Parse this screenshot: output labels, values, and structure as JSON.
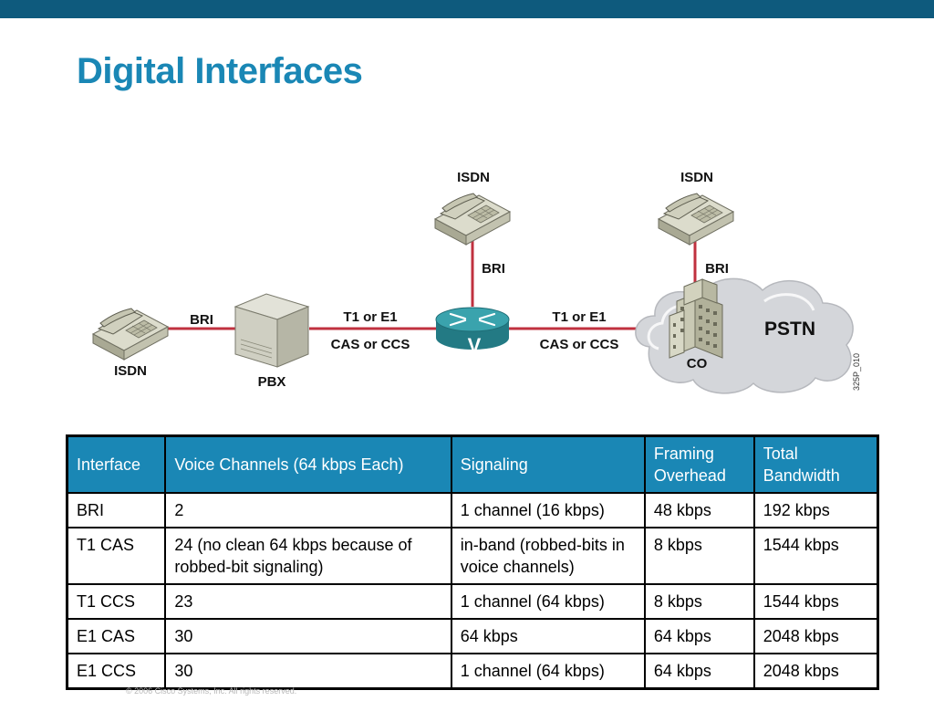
{
  "slide": {
    "title": "Digital Interfaces",
    "footer": "© 2006 Cisco Systems, Inc. All rights reserved."
  },
  "diagram": {
    "phone_left": "ISDN",
    "phone_top_center": "ISDN",
    "phone_top_right": "ISDN",
    "bri_left": "BRI",
    "bri_center": "BRI",
    "bri_right": "BRI",
    "pbx": "PBX",
    "link_left_top": "T1 or E1",
    "link_left_bottom": "CAS or CCS",
    "link_right_top": "T1 or E1",
    "link_right_bottom": "CAS or CCS",
    "router_glyph": "V",
    "cloud": "PSTN",
    "central_office": "CO",
    "figure_code": "325P_010",
    "colors": {
      "link": "#c0313f",
      "router": "#2a8d98",
      "cloud": "#d4d6da"
    }
  },
  "table": {
    "headers": [
      "Interface",
      "Voice Channels (64 kbps Each)",
      "Signaling",
      "Framing Overhead",
      "Total Bandwidth"
    ],
    "rows": [
      [
        "BRI",
        "2",
        "1 channel (16 kbps)",
        "48 kbps",
        "192 kbps"
      ],
      [
        "T1 CAS",
        "24 (no clean 64 kbps because of robbed-bit signaling)",
        "in-band (robbed-bits in voice channels)",
        "8 kbps",
        "1544 kbps"
      ],
      [
        "T1 CCS",
        "23",
        "1 channel (64 kbps)",
        "8 kbps",
        "1544 kbps"
      ],
      [
        "E1 CAS",
        "30",
        "64 kbps",
        "64 kbps",
        "2048 kbps"
      ],
      [
        "E1 CCS",
        "30",
        "1 channel (64 kbps)",
        "64 kbps",
        "2048 kbps"
      ]
    ],
    "header_color": "#1a87b5"
  }
}
